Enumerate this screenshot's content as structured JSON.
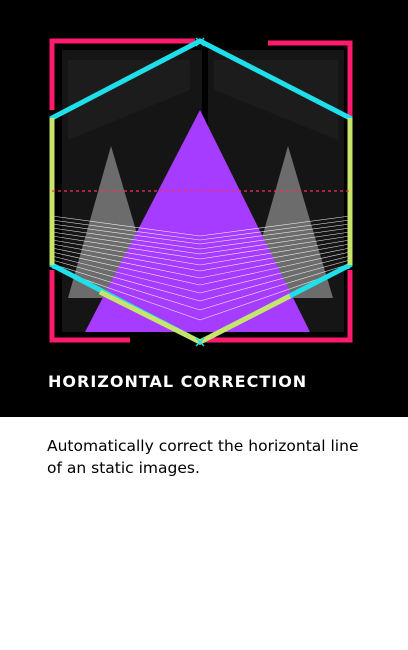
{
  "feature": {
    "title": "HORIZONTAL CORRECTION",
    "description": "Automatically correct the horizontal line of an static images."
  },
  "colors": {
    "hero_background": "#000000",
    "frame_accent": "#ff1a6e",
    "hexagon_stroke_primary": "#1ee0ea",
    "hexagon_stroke_secondary": "#c8e46a",
    "triangle_fill": "#a63cff",
    "guide_line": "#ff2a60"
  },
  "illustration": {
    "icon": "horizon-correction-illustration"
  }
}
